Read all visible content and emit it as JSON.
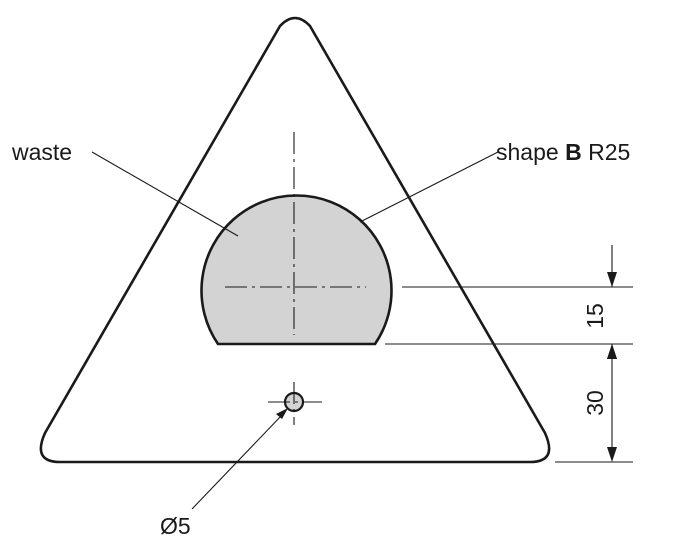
{
  "labels": {
    "waste": "waste",
    "shape_prefix": "shape",
    "shape_letter": "B",
    "shape_radius": "R25",
    "hole_diameter": "Ø5"
  },
  "dimensions": {
    "upper": "15",
    "lower": "30"
  },
  "colors": {
    "line": "#1a1a1a",
    "waste_fill": "#d3d3d3",
    "background": "#ffffff"
  }
}
